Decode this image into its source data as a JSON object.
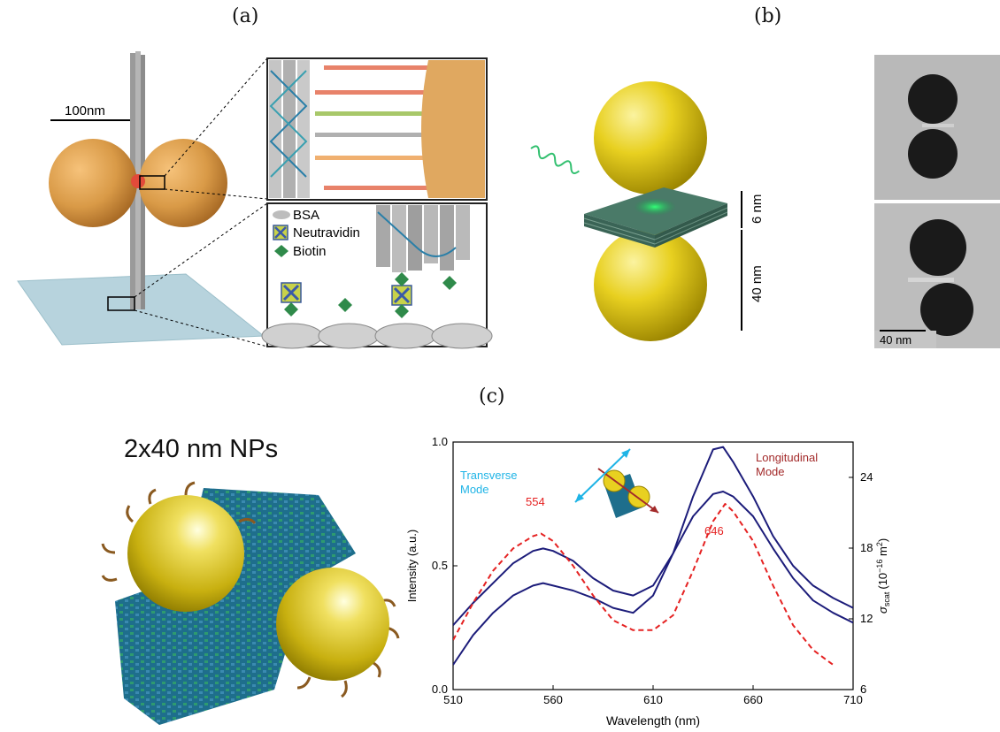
{
  "panels": {
    "a_label": "(a)",
    "b_label": "(b)",
    "c_label": "(c)"
  },
  "panel_a": {
    "scale_label": "100nm",
    "legend": [
      "BSA",
      "Neutravidin",
      "Biotin"
    ]
  },
  "panel_b": {
    "gap_label": "6 nm",
    "size_label": "40 nm",
    "tem_scale_label": "40 nm"
  },
  "panel_c": {
    "title": "2x40 nm NPs"
  },
  "colors": {
    "gold_orange": "#d99a47",
    "gold_yellow": "#e8d020",
    "measured": "#1c1c7a",
    "simulated": "#e52222",
    "transverse": "#1fb4e6",
    "longitudinal": "#a32a2a",
    "origami_teal": "#1e6e8c",
    "substrate": "#b7d3dd"
  },
  "chart_data": {
    "type": "line",
    "xlabel": "Wavelength (nm)",
    "ylabel": "Intensity (a.u.)",
    "y2label_main": "σ",
    "y2label_sub": "scat",
    "y2label_unit": "(10",
    "y2label_exp": "−16",
    "y2label_tail": " m",
    "y2label_sq": "2",
    "y2label_close": ")",
    "xlim": [
      510,
      710
    ],
    "ylim": [
      0,
      1.0
    ],
    "y2lim": [
      6,
      27
    ],
    "xticks": [
      "510",
      "560",
      "610",
      "660",
      "710"
    ],
    "yticks": [
      "0.0",
      "0.5",
      "1.0"
    ],
    "y2ticks": [
      "6",
      "12",
      "18",
      "24"
    ],
    "annotations": {
      "transverse_1": "Transverse",
      "transverse_2": "Mode",
      "longitudinal_1": "Longitudinal",
      "longitudinal_2": "Mode",
      "peak_left": "554",
      "peak_right": "646"
    },
    "series": [
      {
        "style": "solid",
        "x": [
          510,
          520,
          530,
          540,
          550,
          555,
          560,
          570,
          580,
          590,
          600,
          610,
          620,
          630,
          640,
          645,
          650,
          660,
          670,
          680,
          690,
          700,
          710
        ],
        "y": [
          0.26,
          0.35,
          0.43,
          0.51,
          0.56,
          0.57,
          0.56,
          0.52,
          0.45,
          0.4,
          0.38,
          0.42,
          0.55,
          0.78,
          0.97,
          0.98,
          0.92,
          0.78,
          0.62,
          0.5,
          0.42,
          0.37,
          0.33
        ]
      },
      {
        "style": "solid",
        "x": [
          510,
          520,
          530,
          540,
          550,
          555,
          560,
          570,
          580,
          590,
          600,
          610,
          620,
          630,
          640,
          645,
          650,
          660,
          670,
          680,
          690,
          700,
          710
        ],
        "y": [
          0.1,
          0.22,
          0.31,
          0.38,
          0.42,
          0.43,
          0.42,
          0.4,
          0.37,
          0.33,
          0.31,
          0.38,
          0.55,
          0.7,
          0.79,
          0.8,
          0.78,
          0.7,
          0.57,
          0.45,
          0.36,
          0.31,
          0.27
        ]
      },
      {
        "style": "dashed",
        "x": [
          510,
          520,
          530,
          540,
          550,
          554,
          560,
          570,
          580,
          590,
          600,
          610,
          620,
          630,
          640,
          646,
          650,
          660,
          670,
          680,
          690,
          700
        ],
        "y": [
          0.2,
          0.35,
          0.48,
          0.57,
          0.62,
          0.63,
          0.6,
          0.5,
          0.38,
          0.28,
          0.24,
          0.24,
          0.3,
          0.48,
          0.68,
          0.75,
          0.72,
          0.6,
          0.42,
          0.26,
          0.16,
          0.1
        ]
      }
    ]
  }
}
